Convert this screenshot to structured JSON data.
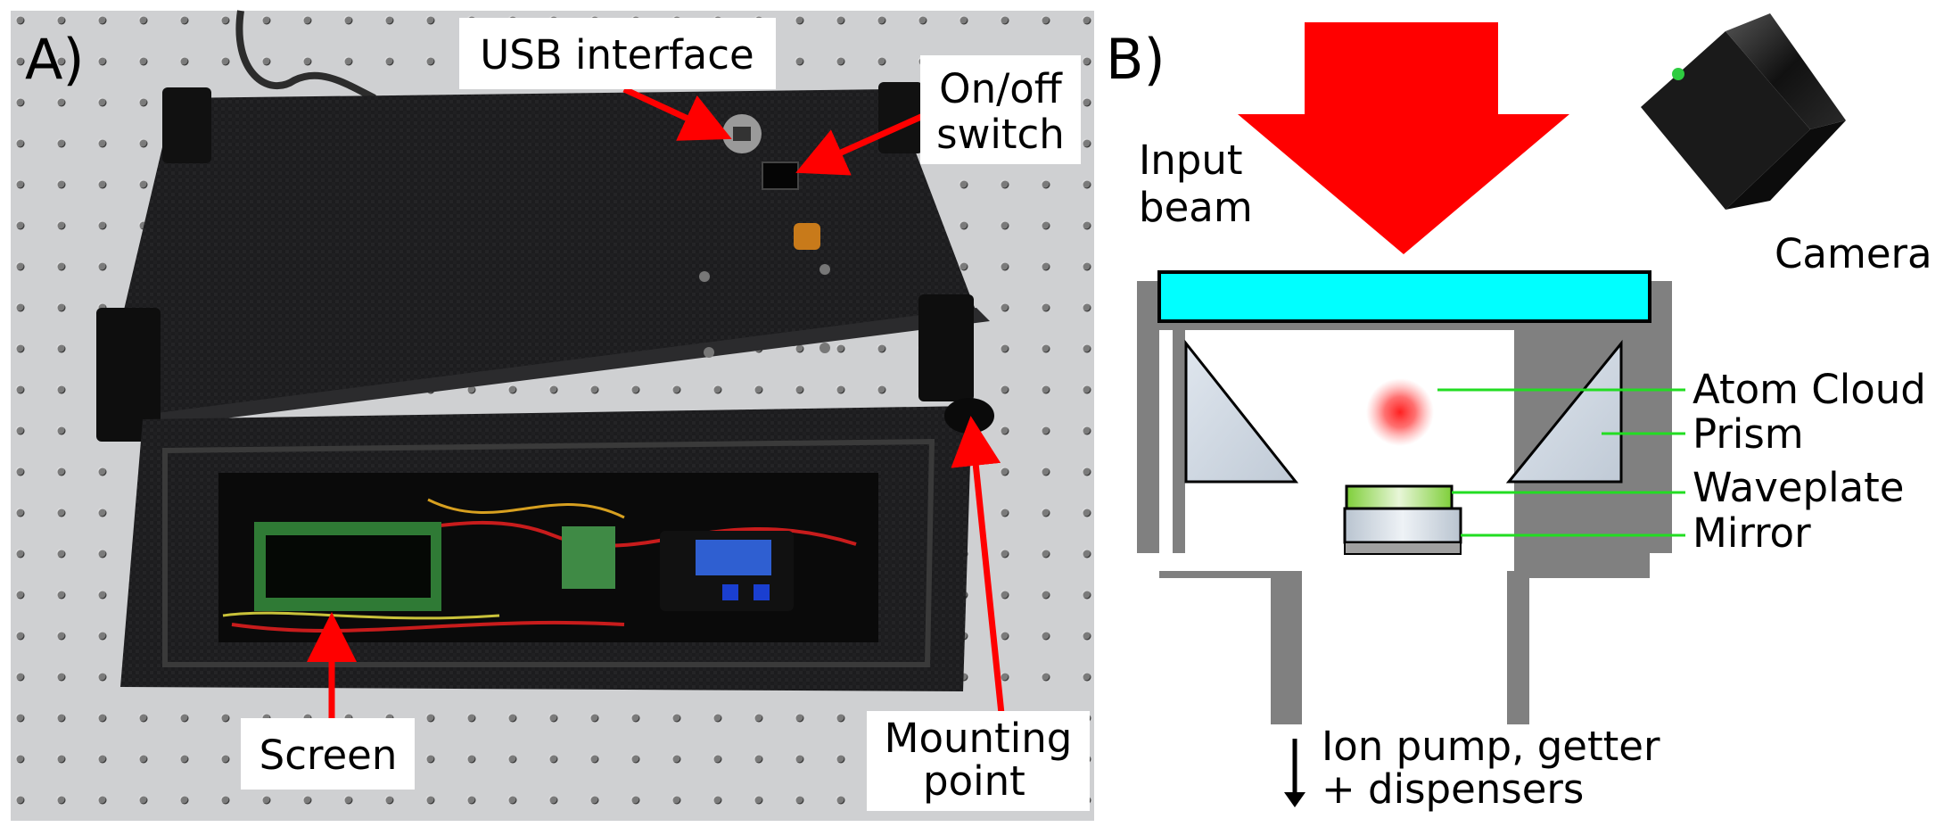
{
  "panel_a": {
    "letter": "A)",
    "annotations": {
      "usb": "USB interface",
      "switch_line1": "On/off",
      "switch_line2": "switch",
      "screen": "Screen",
      "mount_line1": "Mounting",
      "mount_line2": "point"
    }
  },
  "panel_b": {
    "letter": "B)",
    "input_beam_line1": "Input",
    "input_beam_line2": "beam",
    "camera": "Camera",
    "atom_cloud": "Atom Cloud",
    "prism": "Prism",
    "waveplate": "Waveplate",
    "mirror": "Mirror",
    "pump_line1": "Ion pump, getter",
    "pump_line2": "+ dispensers"
  },
  "colors": {
    "arrow_red": "#ff0000",
    "beam_red": "#ff0000",
    "window_cyan": "#00ffff",
    "chamber_gray": "#808080",
    "leader_green": "#22dd22",
    "waveplate_green": "#8fd84a"
  }
}
